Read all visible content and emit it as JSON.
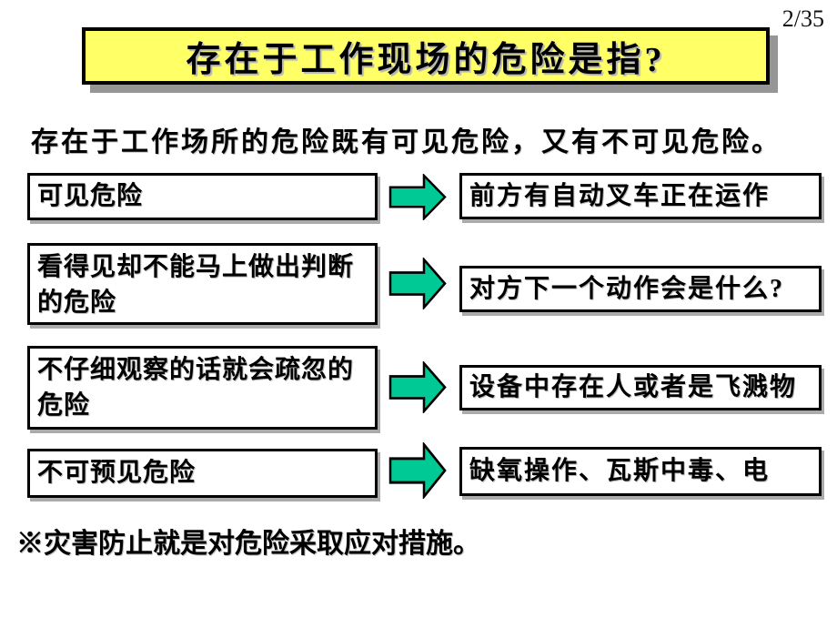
{
  "page": {
    "number": "2/35"
  },
  "title": {
    "text": "存在于工作现场的危险是指?"
  },
  "subtitle": "存在于工作场所的危险既有可见危险，又有不可见危险。",
  "rows": [
    {
      "left": "可见危险",
      "right": "前方有自动叉车正在运作"
    },
    {
      "left": "看得见却不能马上做出判断\n的危险",
      "right": "对方下一个动作会是什么?"
    },
    {
      "left": "不仔细观察的话就会疏忽的\n危险",
      "right": "设备中存在人或者是飞溅物"
    },
    {
      "left": "不可预见危险",
      "right": "缺氧操作、瓦斯中毒、电"
    }
  ],
  "footnote": "※灾害防止就是对危险采取应对措施。",
  "icons": {
    "arrow": "right-block-arrow"
  },
  "colors": {
    "background": "#FFFFFF",
    "title_bg": "#FFFF66",
    "title_border": "#000000",
    "title_shadow": "#969696",
    "arrow": "#00C996",
    "box_border": "#000000",
    "box_shadow": "#ABABAB",
    "text": "#000000"
  }
}
